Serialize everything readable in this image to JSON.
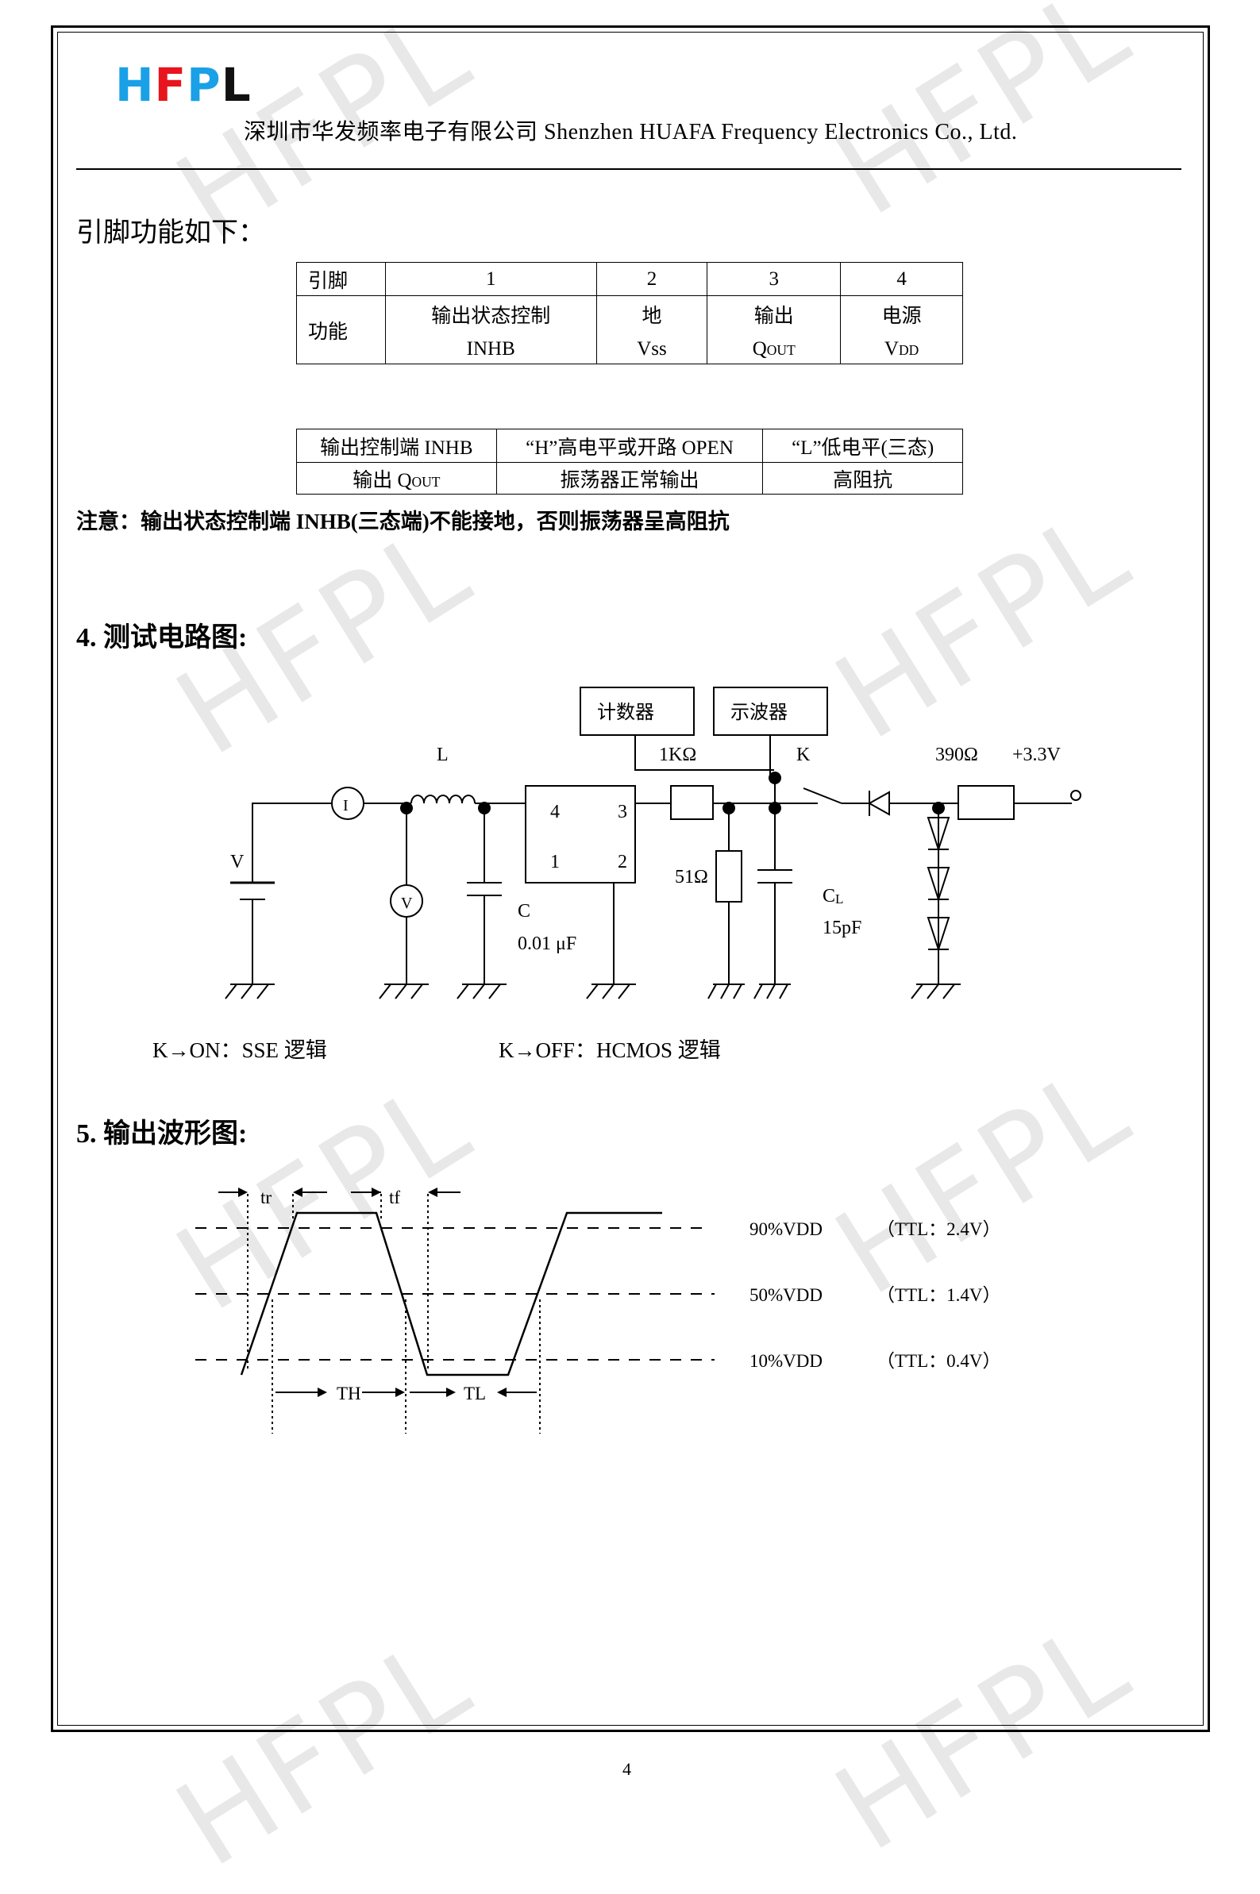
{
  "header": {
    "logo": {
      "h": "H",
      "f": "F",
      "p": "P",
      "l": "L"
    },
    "company": "深圳市华发频率电子有限公司 Shenzhen  HUAFA  Frequency  Electronics  Co.,  Ltd."
  },
  "pin_section": {
    "title": "引脚功能如下：",
    "pin_label": "引脚",
    "function_label": "功能",
    "pins": [
      "1",
      "2",
      "3",
      "4"
    ],
    "functions": [
      {
        "cn": "输出状态控制",
        "en": "INHB"
      },
      {
        "cn": "地",
        "en": "Vss"
      },
      {
        "cn": "输出",
        "main": "Q",
        "sub": "OUT"
      },
      {
        "cn": "电源",
        "main": "V",
        "sub": "DD"
      }
    ]
  },
  "inhb_table": {
    "h1": "输出控制端 INHB",
    "h2": "“H”高电平或开路 OPEN",
    "h3": "“L”低电平(三态)",
    "r_label_main": "输出 Q",
    "r_label_sub": "OUT",
    "r2": "振荡器正常输出",
    "r3": "高阻抗"
  },
  "note": "注意：输出状态控制端 INHB(三态端)不能接地，否则振荡器呈高阻抗",
  "circuit_section": {
    "title": "4. 测试电路图:",
    "counter": "计数器",
    "scope": "示波器",
    "labels": {
      "L": "L",
      "r1k": "1KΩ",
      "K": "K",
      "r390": "390Ω",
      "vcc": "+3.3V",
      "V": "V",
      "pin4": "4",
      "pin3": "3",
      "pin1": "1",
      "pin2": "2",
      "r51": "51Ω",
      "C": "C",
      "c_val": "0.01 μF",
      "CL_main": "C",
      "CL_sub": "L",
      "cl_val": "15pF",
      "meter_i": "I",
      "meter_v": "V"
    },
    "k_on": "K→ON：SSE 逻辑",
    "k_off": "K→OFF：HCMOS 逻辑"
  },
  "waveform_section": {
    "title": "5.  输出波形图:",
    "tr": "tr",
    "tf": "tf",
    "th": "TH",
    "tl": "TL",
    "levels": [
      {
        "name": "90%VDD",
        "ttl": "（TTL：2.4V）"
      },
      {
        "name": "50%VDD",
        "ttl": "（TTL：1.4V）"
      },
      {
        "name": "10%VDD",
        "ttl": "（TTL：0.4V）"
      }
    ]
  },
  "watermark": "HFPL",
  "page_number": "4"
}
